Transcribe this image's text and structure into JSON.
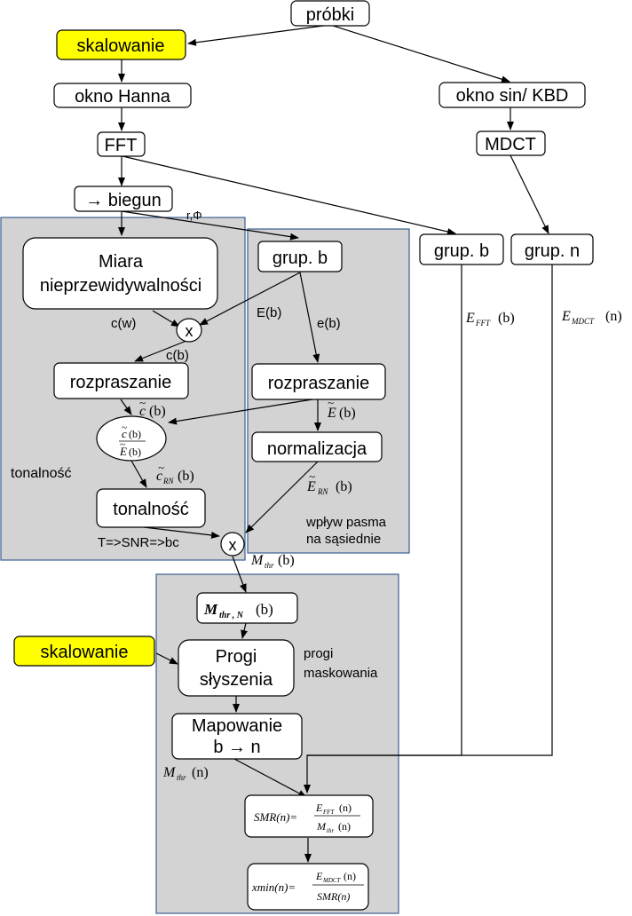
{
  "nodes": {
    "probki": "próbki",
    "skalowanie_top": "skalowanie",
    "okno_hanna": "okno Hanna",
    "okno_sin": "okno sin/ KBD",
    "fft": "FFT",
    "mdct": "MDCT",
    "biegun": "→ biegun",
    "grup_b_right": "grup. b",
    "grup_n_right": "grup. n",
    "miara_line1": "Miara",
    "miara_line2": "nieprzewidywalności",
    "grup_b_inner": "grup. b",
    "rozpraszanie_left": "rozpraszanie",
    "rozpraszanie_right": "rozpraszanie",
    "normalizacja": "normalizacja",
    "tonalnosc_box": "tonalność",
    "mult_symbol_1": "x",
    "mult_symbol_2": "x",
    "progi_line1": "Progi",
    "progi_line2": "słyszenia",
    "mapowanie_line1": "Mapowanie",
    "mapowanie_line2": "b → n",
    "skalowanie_bottom": "skalowanie"
  },
  "labels": {
    "r_phi": "r,Φ",
    "cw": "c(w)",
    "cb": "c(b)",
    "Eb": "E(b)",
    "eb": "e(b)",
    "tonalnosc_region": "tonalność",
    "tsnr": "T=>SNR=>bc",
    "wplyw_line1": "wpływ pasma",
    "wplyw_line2": "na sąsiednie",
    "progi_mask_line1": "progi",
    "progi_mask_line2": "maskowania"
  },
  "math": {
    "E_letter": "E",
    "M_letter": "M",
    "c_letter": "c",
    "b_arg": "(b)",
    "n_arg": "(n)",
    "tilde": "~",
    "sub_fft": "FFT",
    "sub_mdct": "MDCT",
    "sub_rn": "RN",
    "sub_thr": "thr",
    "sub_thr_n": "thr , N",
    "smr_lhs": "SMR(n)=",
    "xmin_lhs": "xmin(n)=",
    "smr_label": "SMR",
    "smr_num_E": "E",
    "smr_num_sub": "FFT",
    "smr_num_arg": "(n)",
    "smr_den_M": "M",
    "smr_den_sub": "thr",
    "smr_den_arg": "(n)",
    "xmin_num_E": "E",
    "xmin_num_sub": "MDCT",
    "xmin_num_arg": "(n)",
    "xmin_den": "SMR(n)"
  },
  "colors": {
    "region_fill": "#d3d3d3",
    "region_border": "#3a5f93",
    "highlight": "#ffff00"
  }
}
